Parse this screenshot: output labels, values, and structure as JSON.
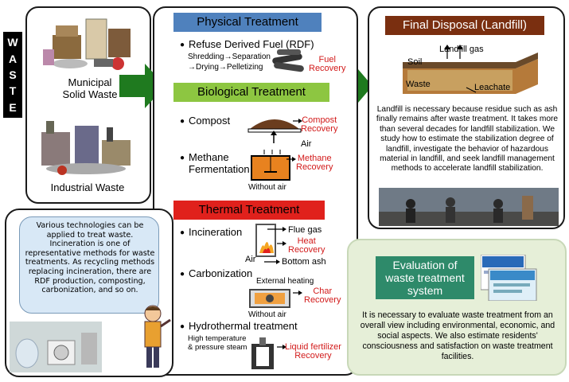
{
  "waste_label": [
    "W",
    "A",
    "S",
    "T",
    "E"
  ],
  "left": {
    "municipal": "Municipal\nSolid  Waste",
    "industrial": "Industrial Waste"
  },
  "physical": {
    "title": "Physical Treatment",
    "rdf": "Refuse Derived Fuel (RDF)",
    "steps1": "Shredding→Separation",
    "steps2": "→Drying→Pelletizing",
    "recovery": "Fuel\nRecovery"
  },
  "biological": {
    "title": "Biological Treatment",
    "compost": "Compost",
    "compost_recovery": "Compost\nRecovery",
    "air": "Air",
    "methane": "Methane\nFermentation",
    "methane_recovery": "Methane\nRecovery",
    "without_air": "Without air"
  },
  "thermal": {
    "title": "Thermal Treatment",
    "incineration": "Incineration",
    "flue_gas": "Flue gas",
    "heat_recovery": "Heat\nRecovery",
    "air": "Air",
    "bottom_ash": "Bottom ash",
    "carbonization": "Carbonization",
    "external_heating": "External heating",
    "char_recovery": "Char\nRecovery",
    "without_air": "Without air",
    "hydrothermal": "Hydrothermal treatment",
    "high_temp": "High temperature\n& pressure steam",
    "liquid_recovery": "Liquid fertilizer\nRecovery"
  },
  "speech": "Various technologies can be applied to treat waste. Incineration is one of representative methods for waste treatments. As recycling methods replacing incineration, there are RDF production, composting, carbonization, and so on.",
  "landfill": {
    "title": "Final Disposal (Landfill)",
    "landfill_gas": "Landfill gas",
    "soil": "Soil",
    "waste": "Waste",
    "leachate": "Leachate",
    "text": "Landfill is necessary because residue such as ash finally remains after waste treatment. It takes more than several decades for landfill stabilization. We study how to estimate the stabilization degree of landfill, investigate the behavior of hazardous material in landfill, and seek landfill management methods to accelerate landfill stabilization."
  },
  "evaluation": {
    "title": "Evaluation of\nwaste treatment\nsystem",
    "text": "It is necessary to evaluate waste treatment from an overall view including environmental, economic, and social aspects. We also estimate residents' consciousness and satisfaction on waste treatment facilities."
  },
  "colors": {
    "physical_header": "#4f81bd",
    "biological_header": "#8dc641",
    "thermal_header": "#e0211c",
    "landfill_header": "#7a2f10",
    "evaluation_header": "#2e8a6a",
    "arrow_green": "#1f7a1f",
    "recovery_red": "#d21a1a",
    "evaluation_bg": "#e6efd8"
  }
}
